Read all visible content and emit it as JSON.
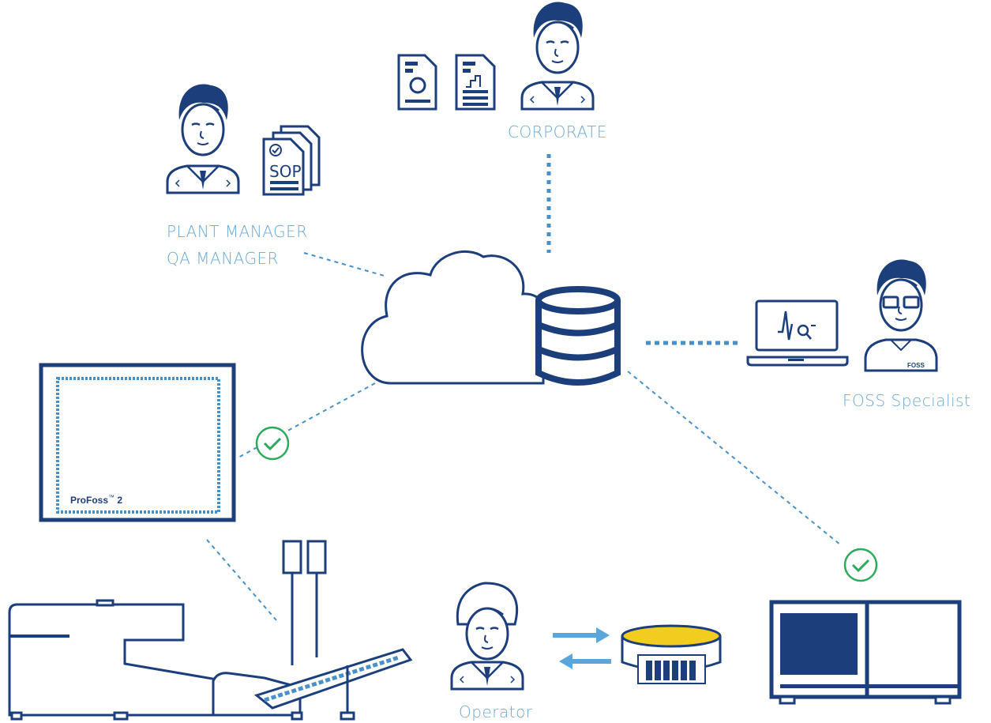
{
  "labels": {
    "corporate": "CORPORATE",
    "plant_manager": "PLANT MANAGER",
    "qa_manager": "QA MANAGER",
    "foss_specialist": "FOSS Specialist",
    "operator": "Operator",
    "profoss_name": "ProFoss",
    "profoss_tm": "™",
    "profoss_version": " 2",
    "sop": "SOP",
    "foss_badge": "FOSS"
  },
  "colors": {
    "navy": "#1c3f7c",
    "light_blue": "#6ea9d3",
    "arrow_blue": "#5aa6dc",
    "check_green": "#2eaa5e",
    "sample_yellow": "#f2cd1f"
  },
  "icons": [
    "cloud-icon",
    "database-icon",
    "report-icon",
    "chart-report-icon",
    "sop-document-icon",
    "laptop-icon",
    "check-icon",
    "person-icon",
    "analyzer-icon"
  ]
}
